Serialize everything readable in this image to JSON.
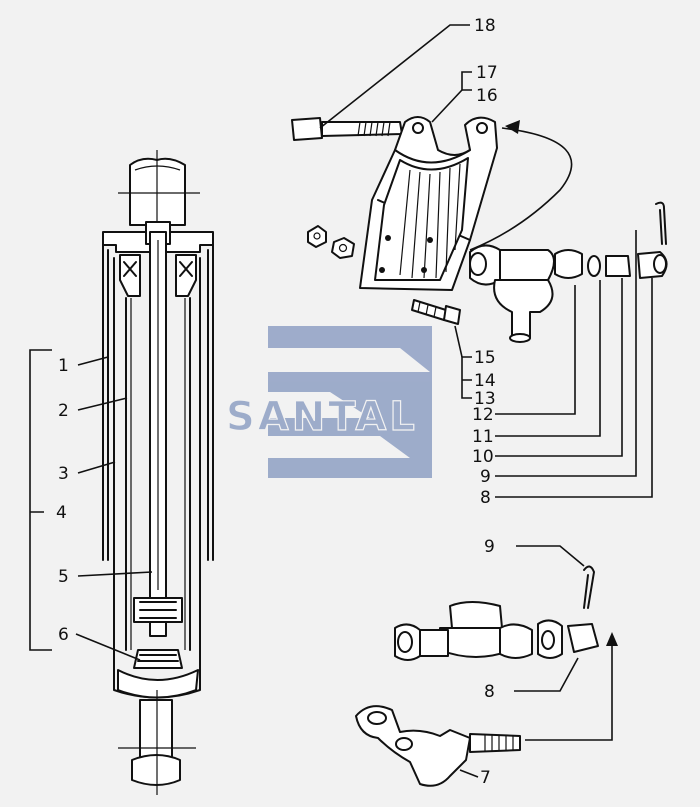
{
  "watermark": {
    "text": "SANTAL",
    "color": "#8fa0c4"
  },
  "labels": {
    "l1": "1",
    "l2": "2",
    "l3": "3",
    "l4": "4",
    "l5": "5",
    "l6": "6",
    "l7": "7",
    "l8a": "8",
    "l8b": "8",
    "l9a": "9",
    "l9b": "9",
    "l10": "10",
    "l11": "11",
    "l12": "12",
    "l13": "13",
    "l14": "14",
    "l15": "15",
    "l16": "16",
    "l17": "17",
    "l18": "18"
  },
  "colors": {
    "ink": "#111111",
    "paper": "#f2f2f2",
    "watermark": "#8fa0c4"
  }
}
